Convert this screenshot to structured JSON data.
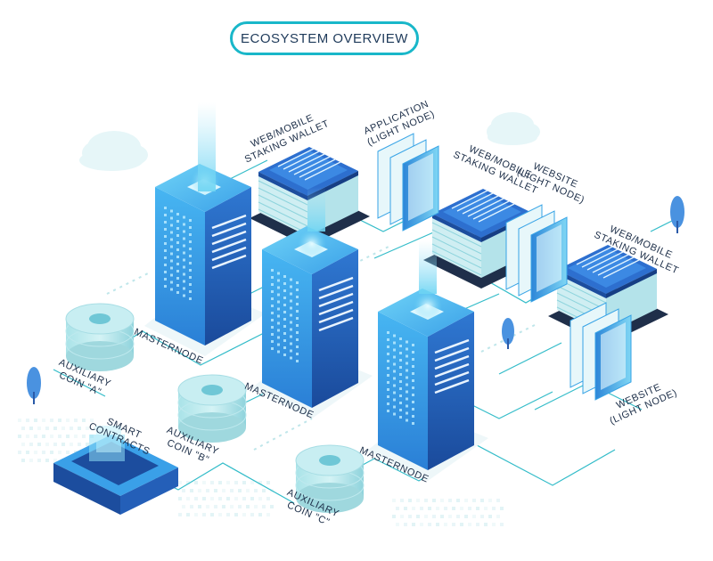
{
  "title": "ECOSYSTEM OVERVIEW",
  "labels": {
    "masternode_1": "MASTERNODE",
    "masternode_2": "MASTERNODE",
    "masternode_3": "MASTERNODE",
    "wallet_1": [
      "WEB/MOBILE",
      "STAKING WALLET"
    ],
    "wallet_2": [
      "WEB/MOBILE",
      "STAKING WALLET"
    ],
    "wallet_3": [
      "WEB/MOBILE",
      "STAKING WALLET"
    ],
    "application": [
      "APPLICATION",
      "(LIGHT NODE)"
    ],
    "website_1": [
      "WEBSITE",
      "(LIGHT NODE)"
    ],
    "website_2": [
      "WEBSITE",
      "(LIGHT NODE)"
    ],
    "coin_a": [
      "AUXILIARY",
      "COIN \"A\""
    ],
    "coin_b": [
      "AUXILIARY",
      "COIN \"B\""
    ],
    "coin_c": [
      "AUXILIARY",
      "COIN \"C\""
    ],
    "smart_contracts": [
      "SMART",
      "CONTRACTS"
    ]
  },
  "colors": {
    "accent": "#19b7c9",
    "server_light": "#3aa6ec",
    "server_dark": "#1c4d9e",
    "text": "#1c2e48"
  }
}
